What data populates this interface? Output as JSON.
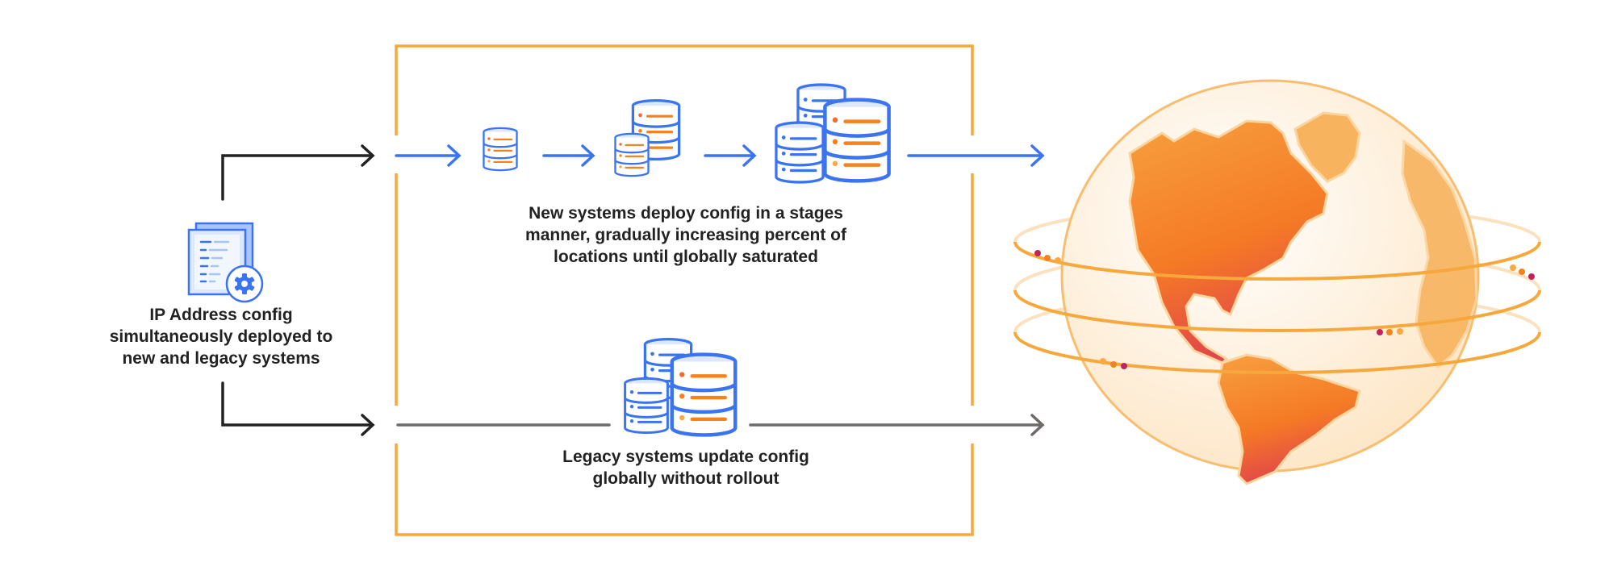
{
  "source": {
    "icon": "config-document-gear-icon",
    "label_lines": [
      "IP Address config",
      "simultaneously deployed to",
      "new and legacy systems"
    ]
  },
  "new_systems": {
    "stages": [
      "single-database-icon",
      "two-databases-icon",
      "database-cluster-icon"
    ],
    "label_lines": [
      "New systems deploy config in a stages",
      "manner, gradually increasing percent of",
      "locations until globally saturated"
    ]
  },
  "legacy_systems": {
    "icon": "database-cluster-icon",
    "label_lines": [
      "Legacy systems update config",
      "globally without rollout"
    ]
  },
  "destination": {
    "icon": "globe-icon"
  },
  "colors": {
    "box": "#F6A83C",
    "new_flow": "#3B74F2",
    "legacy_flow": "#6E6A6A",
    "source_flow": "#222222",
    "db_outline": "#3B74F2",
    "db_fill": "#DDE8FD",
    "db_accent": "#F5821F",
    "globe_land": "#F5821F",
    "globe_rim": "#F9BD70",
    "dot_magenta": "#C0245C"
  }
}
